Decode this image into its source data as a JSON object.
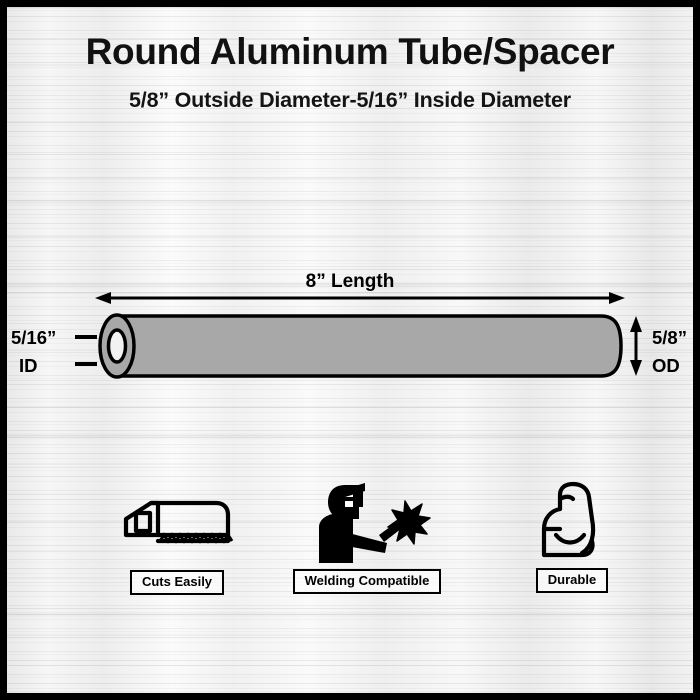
{
  "header": {
    "title": "Round Aluminum Tube/Spacer",
    "subtitle": "5/8” Outside Diameter-5/16” Inside Diameter"
  },
  "diagram": {
    "length_label": "8” Length",
    "inside_diameter_value": "5/16”",
    "inside_diameter_abbr": "ID",
    "outside_diameter_value": "5/8”",
    "outside_diameter_abbr": "OD",
    "tube_color": "#a8a8a8",
    "tube_outline_color": "#000000",
    "bore_color": "#f2f2f2"
  },
  "features": [
    {
      "icon": "hacksaw-icon",
      "label": "Cuts Easily"
    },
    {
      "icon": "welder-icon",
      "label": "Welding Compatible"
    },
    {
      "icon": "flexed-bicep-icon",
      "label": "Durable"
    }
  ],
  "colors": {
    "border": "#000000",
    "plate_light": "#f7f7f7",
    "plate_dark": "#e8e8e8",
    "text": "#111111"
  }
}
